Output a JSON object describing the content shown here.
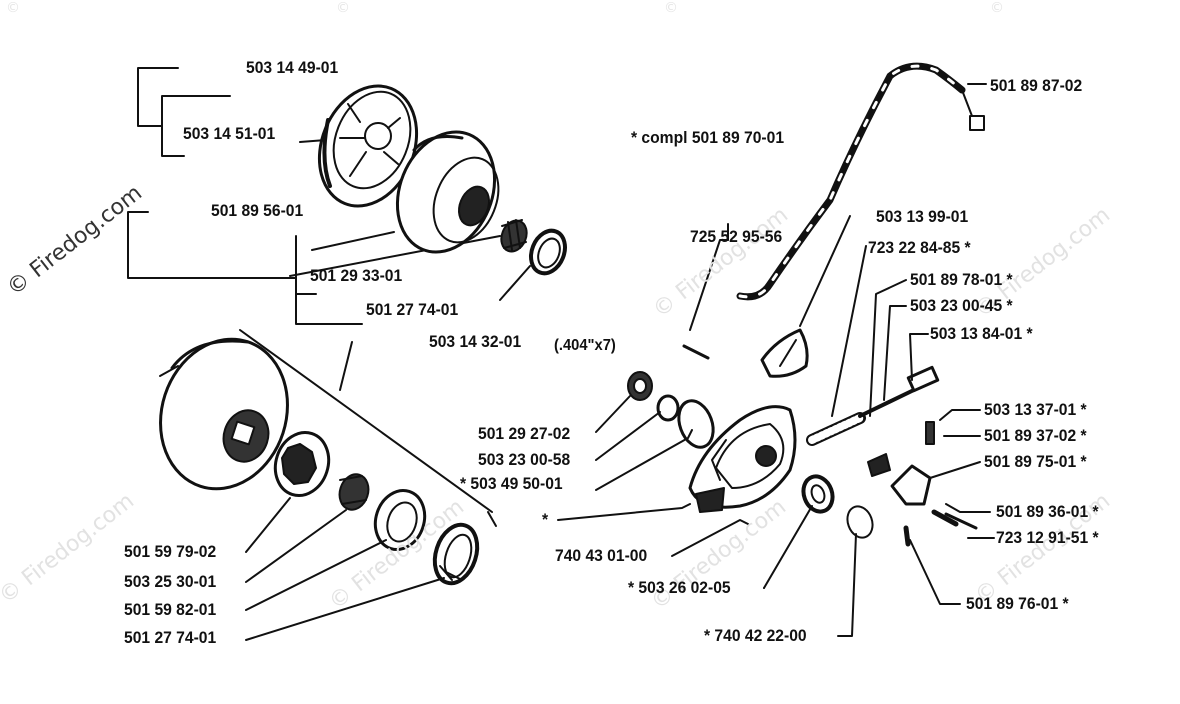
{
  "watermark": "© Firedog.com",
  "watermark_corner": "©",
  "note": "* compl 501 89 70-01",
  "pitch": "(.404\"x7)",
  "parts": {
    "p1": "503 14 49-01",
    "p2": "503 14 51-01",
    "p3": "501 89 56-01",
    "p4": "501 29 33-01",
    "p5": "501 27 74-01",
    "p6": "503 14 32-01",
    "p7": "501 89 87-02",
    "p8": "725 52 95-56",
    "p9": "503 13 99-01",
    "p10": "723 22 84-85 *",
    "p11": "501 89 78-01 *",
    "p12": "503 23 00-45 *",
    "p13": "503 13 84-01 *",
    "p14": "503 13 37-01 *",
    "p15": "501 89 37-02 *",
    "p16": "501 89 75-01 *",
    "p17": "501 89 36-01 *",
    "p18": "723 12 91-51 *",
    "p19": "501 89 76-01 *",
    "p20": "* 740 42 22-00",
    "p21": "* 503 26 02-05",
    "p22": "740 43 01-00",
    "p23": "501 29 27-02",
    "p24": "503 23 00-58",
    "p25": "* 503 49 50-01",
    "p26": "*",
    "p27": "501 59 79-02",
    "p28": "503 25 30-01",
    "p29": "501 59 82-01",
    "p30": "501 27 74-01"
  }
}
